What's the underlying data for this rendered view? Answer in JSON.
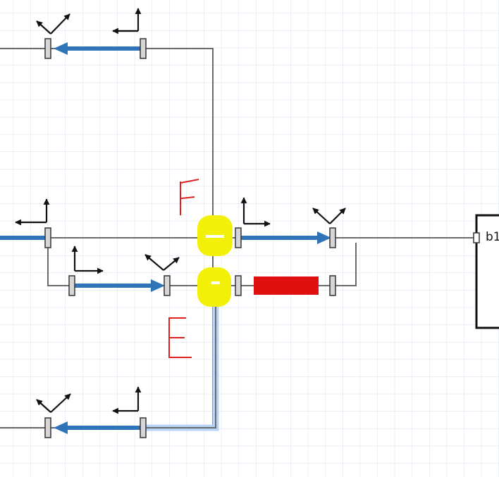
{
  "annotations": {
    "label_f": "F",
    "label_e": "E"
  },
  "block_b": {
    "label": "b1"
  },
  "colors": {
    "wire": "#6a6a6a",
    "flow_arrow": "#2f73b8",
    "highlight_wire": "#b8d4f4",
    "yellow_mark": "#f3f10a",
    "red_body": "#e01010",
    "hand_text": "#e02020",
    "grid": "#d8deef",
    "frame_glyph": "#111111",
    "port_fill": "#d6d6d6"
  },
  "icons": {
    "frame_glyph": "coordinate-frame-icon",
    "port": "port-connector-icon",
    "flow_arrow": "flow-arrow-icon",
    "body_block": "body-block-icon"
  }
}
